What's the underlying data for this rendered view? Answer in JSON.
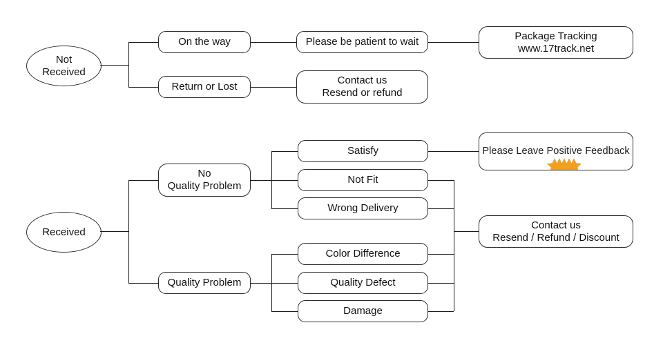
{
  "diagram": {
    "title": "Order Status Decision Flowchart",
    "colors": {
      "line": "#1a1a1a",
      "node_border": "#2b2b2b",
      "node_fill": "#ffffff",
      "text": "#111111",
      "star": "#F2A01E",
      "background": "#ffffff"
    },
    "branch_not_received": {
      "root": "Not\nReceived",
      "options": [
        {
          "label": "On the way",
          "result": "Please be patient to wait",
          "final": "Package Tracking\nwww.17track.net"
        },
        {
          "label": "Return or Lost",
          "result": "Contact us\nResend or refund"
        }
      ]
    },
    "branch_received": {
      "root": "Received",
      "groups": [
        {
          "label": "No\nQuality Problem",
          "items": [
            "Satisfy",
            "Not Fit",
            "Wrong Delivery"
          ]
        },
        {
          "label": "Quality Problem",
          "items": [
            "Color Difference",
            "Quality Defect",
            "Damage"
          ]
        }
      ],
      "outcomes": {
        "satisfy_result": {
          "text": "Please Leave Positive Feedback",
          "stars": 5
        },
        "issue_result": "Contact us\nResend / Refund / Discount"
      }
    }
  }
}
